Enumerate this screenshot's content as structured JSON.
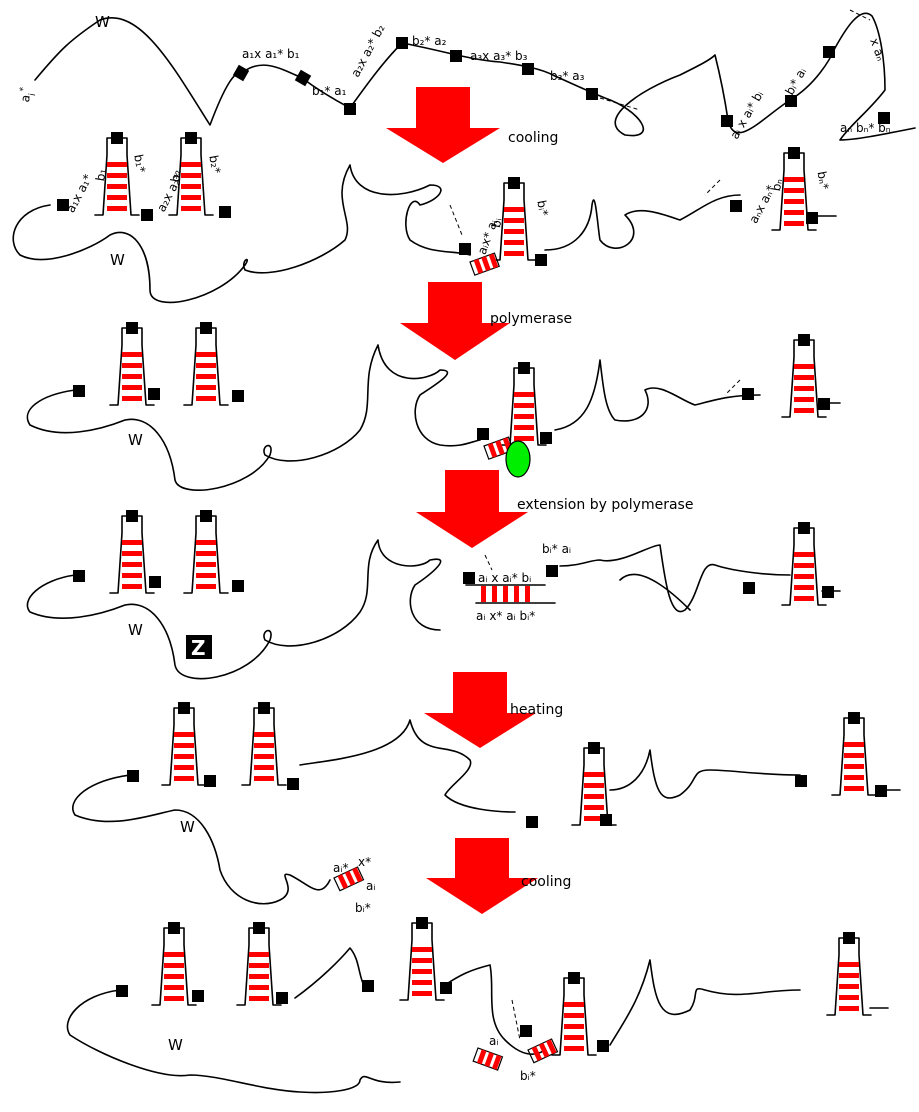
{
  "steps": {
    "s1": "cooling",
    "s2": "polymerase",
    "s3": "extension by polymerase",
    "s4": "heating",
    "s5": "cooling"
  },
  "labels": {
    "w": "W",
    "z": "Z",
    "ai_star": "a",
    "row1": {
      "a1xa1b1": "a₁x a₁* b₁",
      "b1a1": "b₁* a₁",
      "a2xa2b2": "a₂x a₂* b₂",
      "b2a2": "b₂* a₂",
      "a3xa3b3": "a₃x a₃* b₃",
      "b3a3": "b₃* a₃",
      "aixaibi": "aᵢ x aᵢ* bᵢ",
      "biai": "bᵢ* aᵢ",
      "anxan": "x aₙ",
      "anbn": "aₙ bₙ* bₙ"
    },
    "hairpin": {
      "b1": "b₁",
      "b1s": "b₁*",
      "a1xa1": "a₁x a₁*",
      "a1": "a₁*",
      "b2": "b₂",
      "b2s": "b₂*",
      "a2xa2": "a₂x a₂*",
      "a2": "a₂*",
      "bi": "bᵢ",
      "bis": "bᵢ*",
      "aixai": "aᵢx* aᵢ",
      "ai": "aᵢ*",
      "bn": "bₙ",
      "bns": "bₙ*",
      "anxan": "aₙx aₙ*",
      "an": "aₙ*"
    },
    "extension": {
      "top": "aᵢ x  aᵢ* bᵢ",
      "bottom": "aᵢ x*  aᵢ  bᵢ*",
      "right": "bᵢ* aᵢ"
    },
    "free": {
      "ai": "aᵢ*",
      "x": "x*",
      "ai2": "aᵢ",
      "bi": "bᵢ*"
    }
  }
}
